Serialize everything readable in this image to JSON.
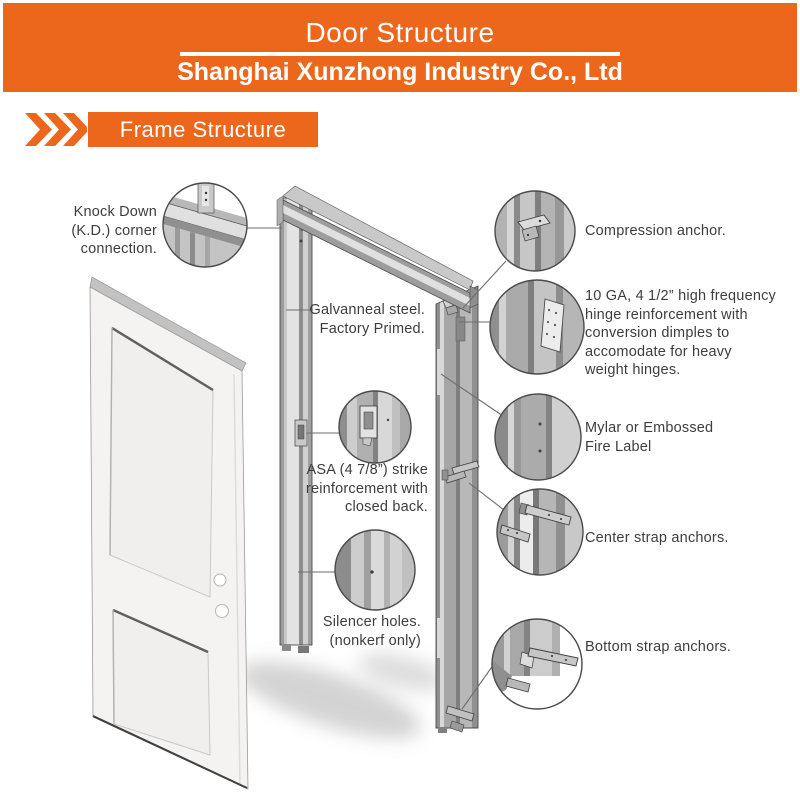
{
  "header": {
    "title": "Door Structure",
    "subtitle": "Shanghai Xunzhong Industry Co., Ltd"
  },
  "section": {
    "label": "Frame Structure"
  },
  "colors": {
    "accent_orange": "#EC671C",
    "label_text": "#3D3D3D",
    "metal_gray": "#A8A8A8"
  },
  "callouts": {
    "knock_down": {
      "lines": [
        "Knock Down",
        "(K.D.) corner",
        "connection."
      ]
    },
    "galvanneal": {
      "lines": [
        "Galvanneal steel.",
        "Factory Primed."
      ]
    },
    "asa_strike": {
      "lines": [
        "ASA (4 7/8”) strike",
        "reinforcement with",
        "closed back."
      ]
    },
    "silencer": {
      "lines": [
        "Silencer holes.",
        "(nonkerf only)"
      ]
    },
    "compression": {
      "lines": [
        "Compression anchor."
      ]
    },
    "hinge_10ga": {
      "lines": [
        "10 GA, 4 1/2” high frequency",
        "hinge reinforcement with",
        "conversion dimples to",
        "accomodate for heavy",
        "weight hinges."
      ]
    },
    "mylar": {
      "lines": [
        "Mylar or Embossed",
        "Fire Label"
      ]
    },
    "center_strap": {
      "lines": [
        "Center strap anchors."
      ]
    },
    "bottom_strap": {
      "lines": [
        "Bottom strap anchors."
      ]
    }
  }
}
